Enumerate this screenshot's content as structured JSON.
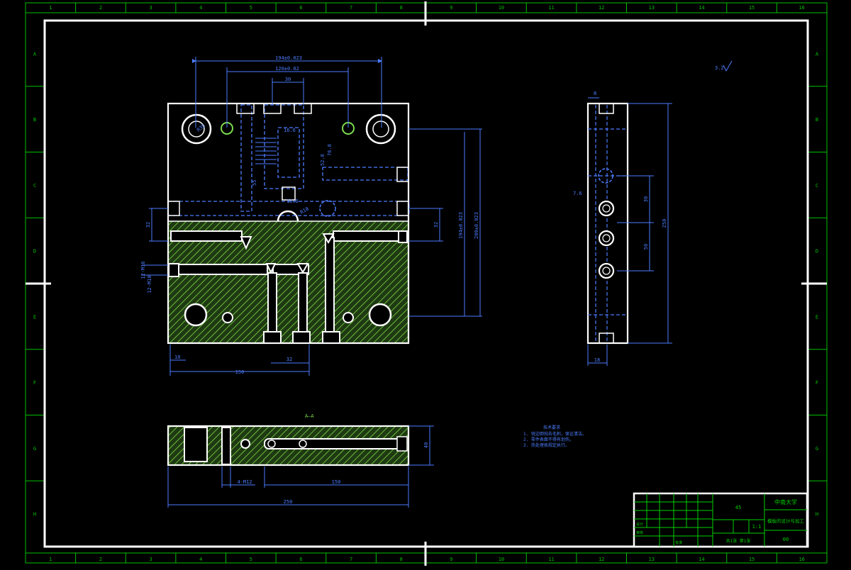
{
  "colors": {
    "background": "#000000",
    "frame": "#ffffff",
    "grid": "#00c000",
    "dimension": "#4d7dff",
    "hatch": "#7ddc4d",
    "hatch_fill": "#1f3a12",
    "title_block": "#00d000"
  },
  "border": {
    "columns": [
      "1",
      "2",
      "3",
      "4",
      "5",
      "6",
      "7",
      "8",
      "9",
      "10",
      "11",
      "12",
      "13",
      "14",
      "15",
      "16"
    ],
    "rows": [
      "A",
      "B",
      "C",
      "D",
      "E",
      "F",
      "G",
      "H"
    ]
  },
  "front_view": {
    "dims": {
      "top_overall": "194±0.023",
      "top_inner": "120±0.02",
      "top_small": "30",
      "right_overall_a": "194±0.023",
      "right_overall_b": "200±0.023",
      "left_height": "32",
      "right_height": "32",
      "bottom_a": "10",
      "bottom_b": "150",
      "bottom_c": "32",
      "left_small_a": "12-M16",
      "left_small_b": "12-M10",
      "v1": "55",
      "v2": "16.6",
      "v3": "76.8",
      "v4": "52.8",
      "v5": "13.5",
      "v6": "R35",
      "v7": "R18"
    }
  },
  "side_view": {
    "dims": {
      "top": "8",
      "bottom": "18",
      "v1": "30",
      "v2": "50",
      "overall": "250",
      "small": "7.6"
    }
  },
  "section_view": {
    "label": "A—A",
    "dims": {
      "height": "40",
      "holes": "4-M12",
      "span": "150",
      "overall": "250"
    }
  },
  "roughness": "3.2",
  "notes": {
    "title": "技术要求",
    "lines": [
      "1. 锐边倒钝去毛刺，保证清洁。",
      "2. 零件表面不得有划伤。",
      "3. 热处理按规定执行。"
    ]
  },
  "title_block": {
    "school": "中南大学",
    "drawing_name": "模板的设计与加工",
    "material": "45",
    "scale": "1:1",
    "sheet": "共1张 第1张",
    "code": "00",
    "designer": "设计",
    "checker": "审核",
    "approver": "批准"
  }
}
